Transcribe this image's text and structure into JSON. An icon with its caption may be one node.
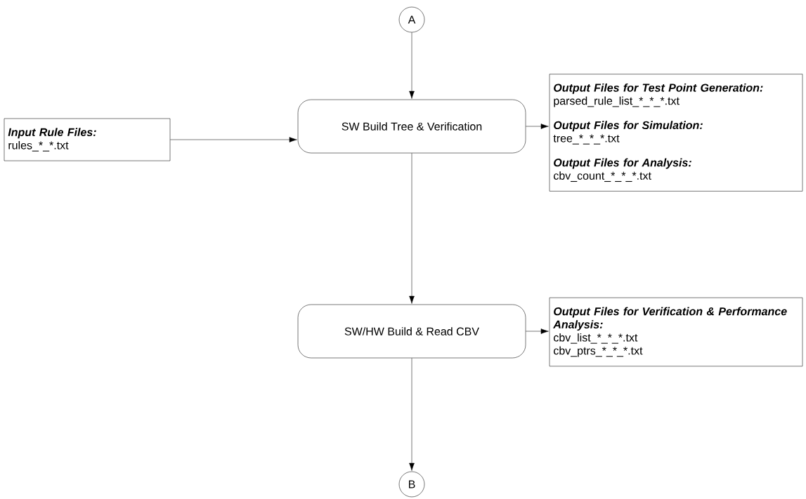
{
  "diagram": {
    "nodes": [
      {
        "text": [
          "A"
        ]
      },
      {
        "text": [
          "Input Rule Files:",
          "rules_*_*.txt"
        ]
      },
      {
        "text": [
          "SW Build Tree & Verification"
        ]
      },
      {
        "text": [
          "Output Files for Test Point Generation:",
          "parsed_rule_list_*_*_*.txt",
          "Output Files for Simulation:",
          "tree_*_*_*.txt",
          "Output Files for Analysis:",
          "cbv_count_*_*_*.txt"
        ]
      },
      {
        "text": [
          "SW/HW Build & Read CBV"
        ]
      },
      {
        "text": [
          "Output Files for Verification & Performance Analysis:",
          "cbv_list_*_*_*.txt",
          "cbv_ptrs_*_*_*.txt"
        ]
      },
      {
        "text": [
          "B"
        ]
      }
    ],
    "edges": [
      {
        "from": 0,
        "to": 2,
        "arrow": "to"
      },
      {
        "from": 1,
        "to": 2,
        "arrow": "to"
      },
      {
        "from": 2,
        "to": 3,
        "arrow": "to"
      },
      {
        "from": 2,
        "to": 4,
        "arrow": "to"
      },
      {
        "from": 4,
        "to": 5,
        "arrow": "to"
      },
      {
        "from": 4,
        "to": 6,
        "arrow": "to"
      }
    ]
  }
}
